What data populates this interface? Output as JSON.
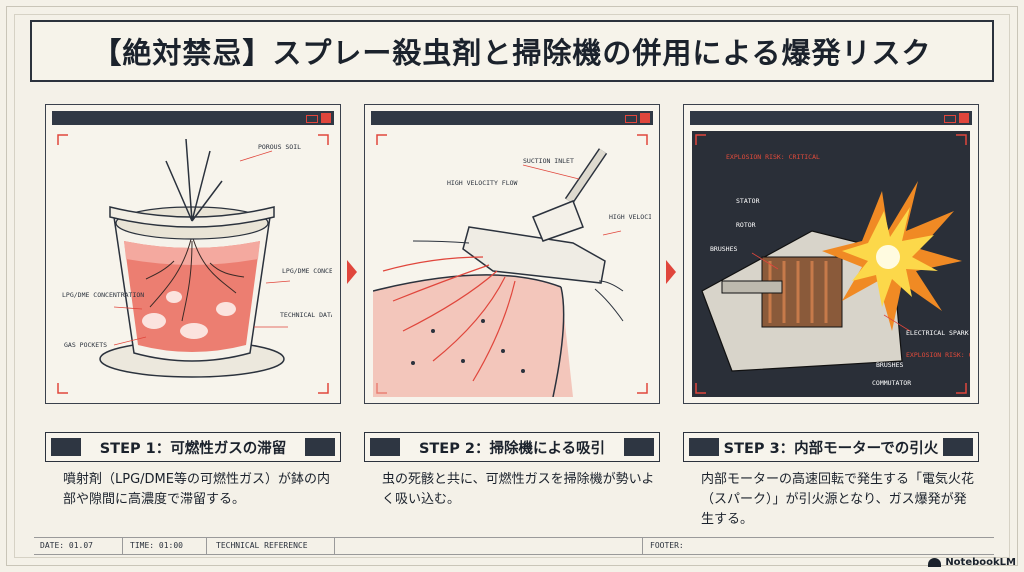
{
  "title": "【絶対禁忌】スプレー殺虫剤と掃除機の併用による爆発リスク",
  "panels": [
    {
      "step_label": "STEP 1：可燃性ガスの滞留",
      "description": "噴射剤（LPG/DME等の可燃性ガス）が鉢の内部や隙間に高濃度で滞留する。",
      "annotations": [
        "POROUS SOIL",
        "LPG/DME CONCENTRATION",
        "GAS POCKETS",
        "LPG/DME CONCENTRATION",
        "TECHNICAL DATA: HIGH"
      ]
    },
    {
      "step_label": "STEP 2：掃除機による吸引",
      "description": "虫の死骸と共に、可燃性ガスを掃除機が勢いよく吸い込む。",
      "annotations": [
        "SUCTION INLET",
        "HIGH VELOCITY FLOW",
        "HIGH VELOCITY FLOW"
      ]
    },
    {
      "step_label": "STEP 3：内部モーターでの引火",
      "description": "内部モーターの高速回転で発生する「電気火花（スパーク）」が引火源となり、ガス爆発が発生する。",
      "annotations": [
        "EXPLOSION RISK: CRITICAL",
        "STATOR",
        "ROTOR",
        "BRUSHES",
        "ELECTRICAL SPARK",
        "EXPLOSION RISK: CRITICAL",
        "BRUSHES",
        "COMMUTATOR"
      ]
    }
  ],
  "footer": {
    "date": "DATE: 01.07",
    "time": "TIME: 01:00",
    "reference": "TECHNICAL REFERENCE",
    "footer_label": "FOOTER:"
  },
  "brand": "NotebookLM",
  "colors": {
    "accent_red": "#e0463c",
    "dark": "#2b323d",
    "background": "#f4f1e8"
  }
}
